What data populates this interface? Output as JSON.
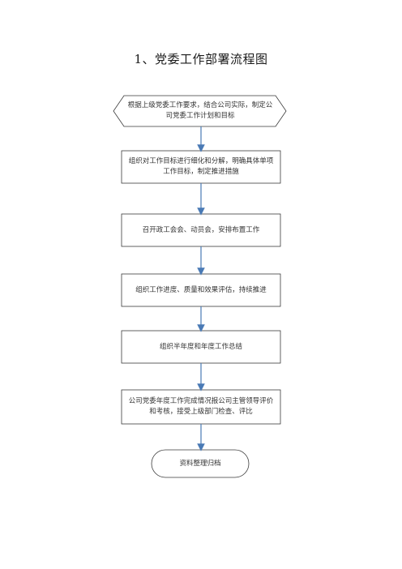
{
  "title": "1、党委工作部署流程图",
  "steps": [
    {
      "text": "根据上级党委工作要求，结合公司实际，制定公司党委工作计划和目标"
    },
    {
      "text": "组织对工作目标进行细化和分解，明确具体单项工作目标，制定推进措施"
    },
    {
      "text": "召开政工会会、动员会，安排布置工作"
    },
    {
      "text": "组织工作进度、质量和效果评估，持续推进"
    },
    {
      "text": "组织半年度和年度工作总结"
    },
    {
      "text": "公司党委年度工作完成情况报公司主管领导评价和考核，接受上级部门检查、评比"
    },
    {
      "text": "资料整理归档"
    }
  ],
  "colors": {
    "arrow": "#4a7ab5",
    "stroke": "#3a3a3a"
  }
}
